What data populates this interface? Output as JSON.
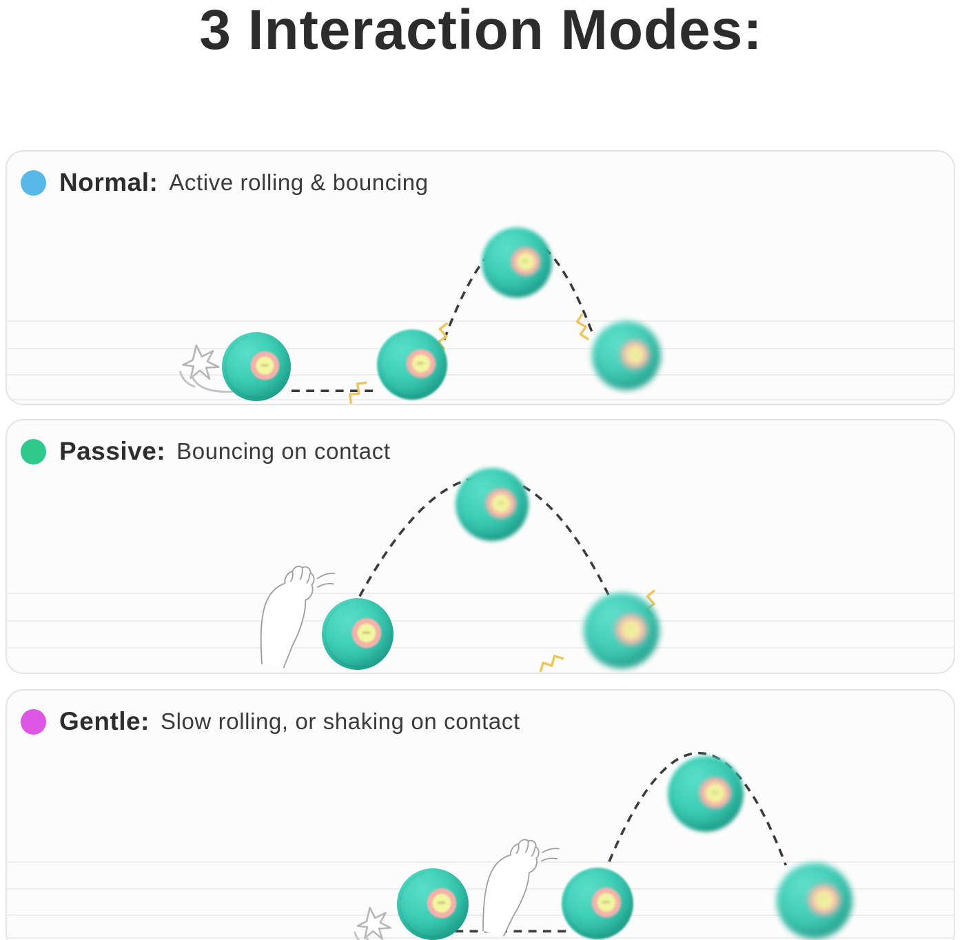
{
  "title": "3 Interaction Modes:",
  "modes": [
    {
      "label": "Normal:",
      "description": "Active rolling & bouncing",
      "dot_color": "#58b8e9"
    },
    {
      "label": "Passive:",
      "description": "Bouncing on contact",
      "dot_color": "#2fc98b"
    },
    {
      "label": "Gentle:",
      "description": "Slow rolling, or shaking on contact",
      "dot_color": "#dd55e4"
    }
  ],
  "colors": {
    "title_text": "#2c2c2c",
    "body_text": "#3a3a3a",
    "panel_background": "#fcfcfc",
    "panel_border": "#e3e3e3",
    "floor_line": "#ededed",
    "trajectory_dash": "#3b3b3b",
    "ball_teal": "#3ecdb5",
    "ball_shadow_teal": "#1b9b86",
    "led_ring_pink": "#f5b1aa",
    "led_center_yellow": "#f3f6a0",
    "vibration_squiggle": "#eec45e",
    "paw_outline": "#9d9d9d"
  },
  "icons": {
    "mode_dot": "mode-color-dot",
    "ball": "smart-ball",
    "paw": "cat-paw-icon",
    "swoosh": "kick-swoosh-icon",
    "squiggle": "vibration-squiggle-icon",
    "trajectory": "bounce-trajectory-path"
  }
}
